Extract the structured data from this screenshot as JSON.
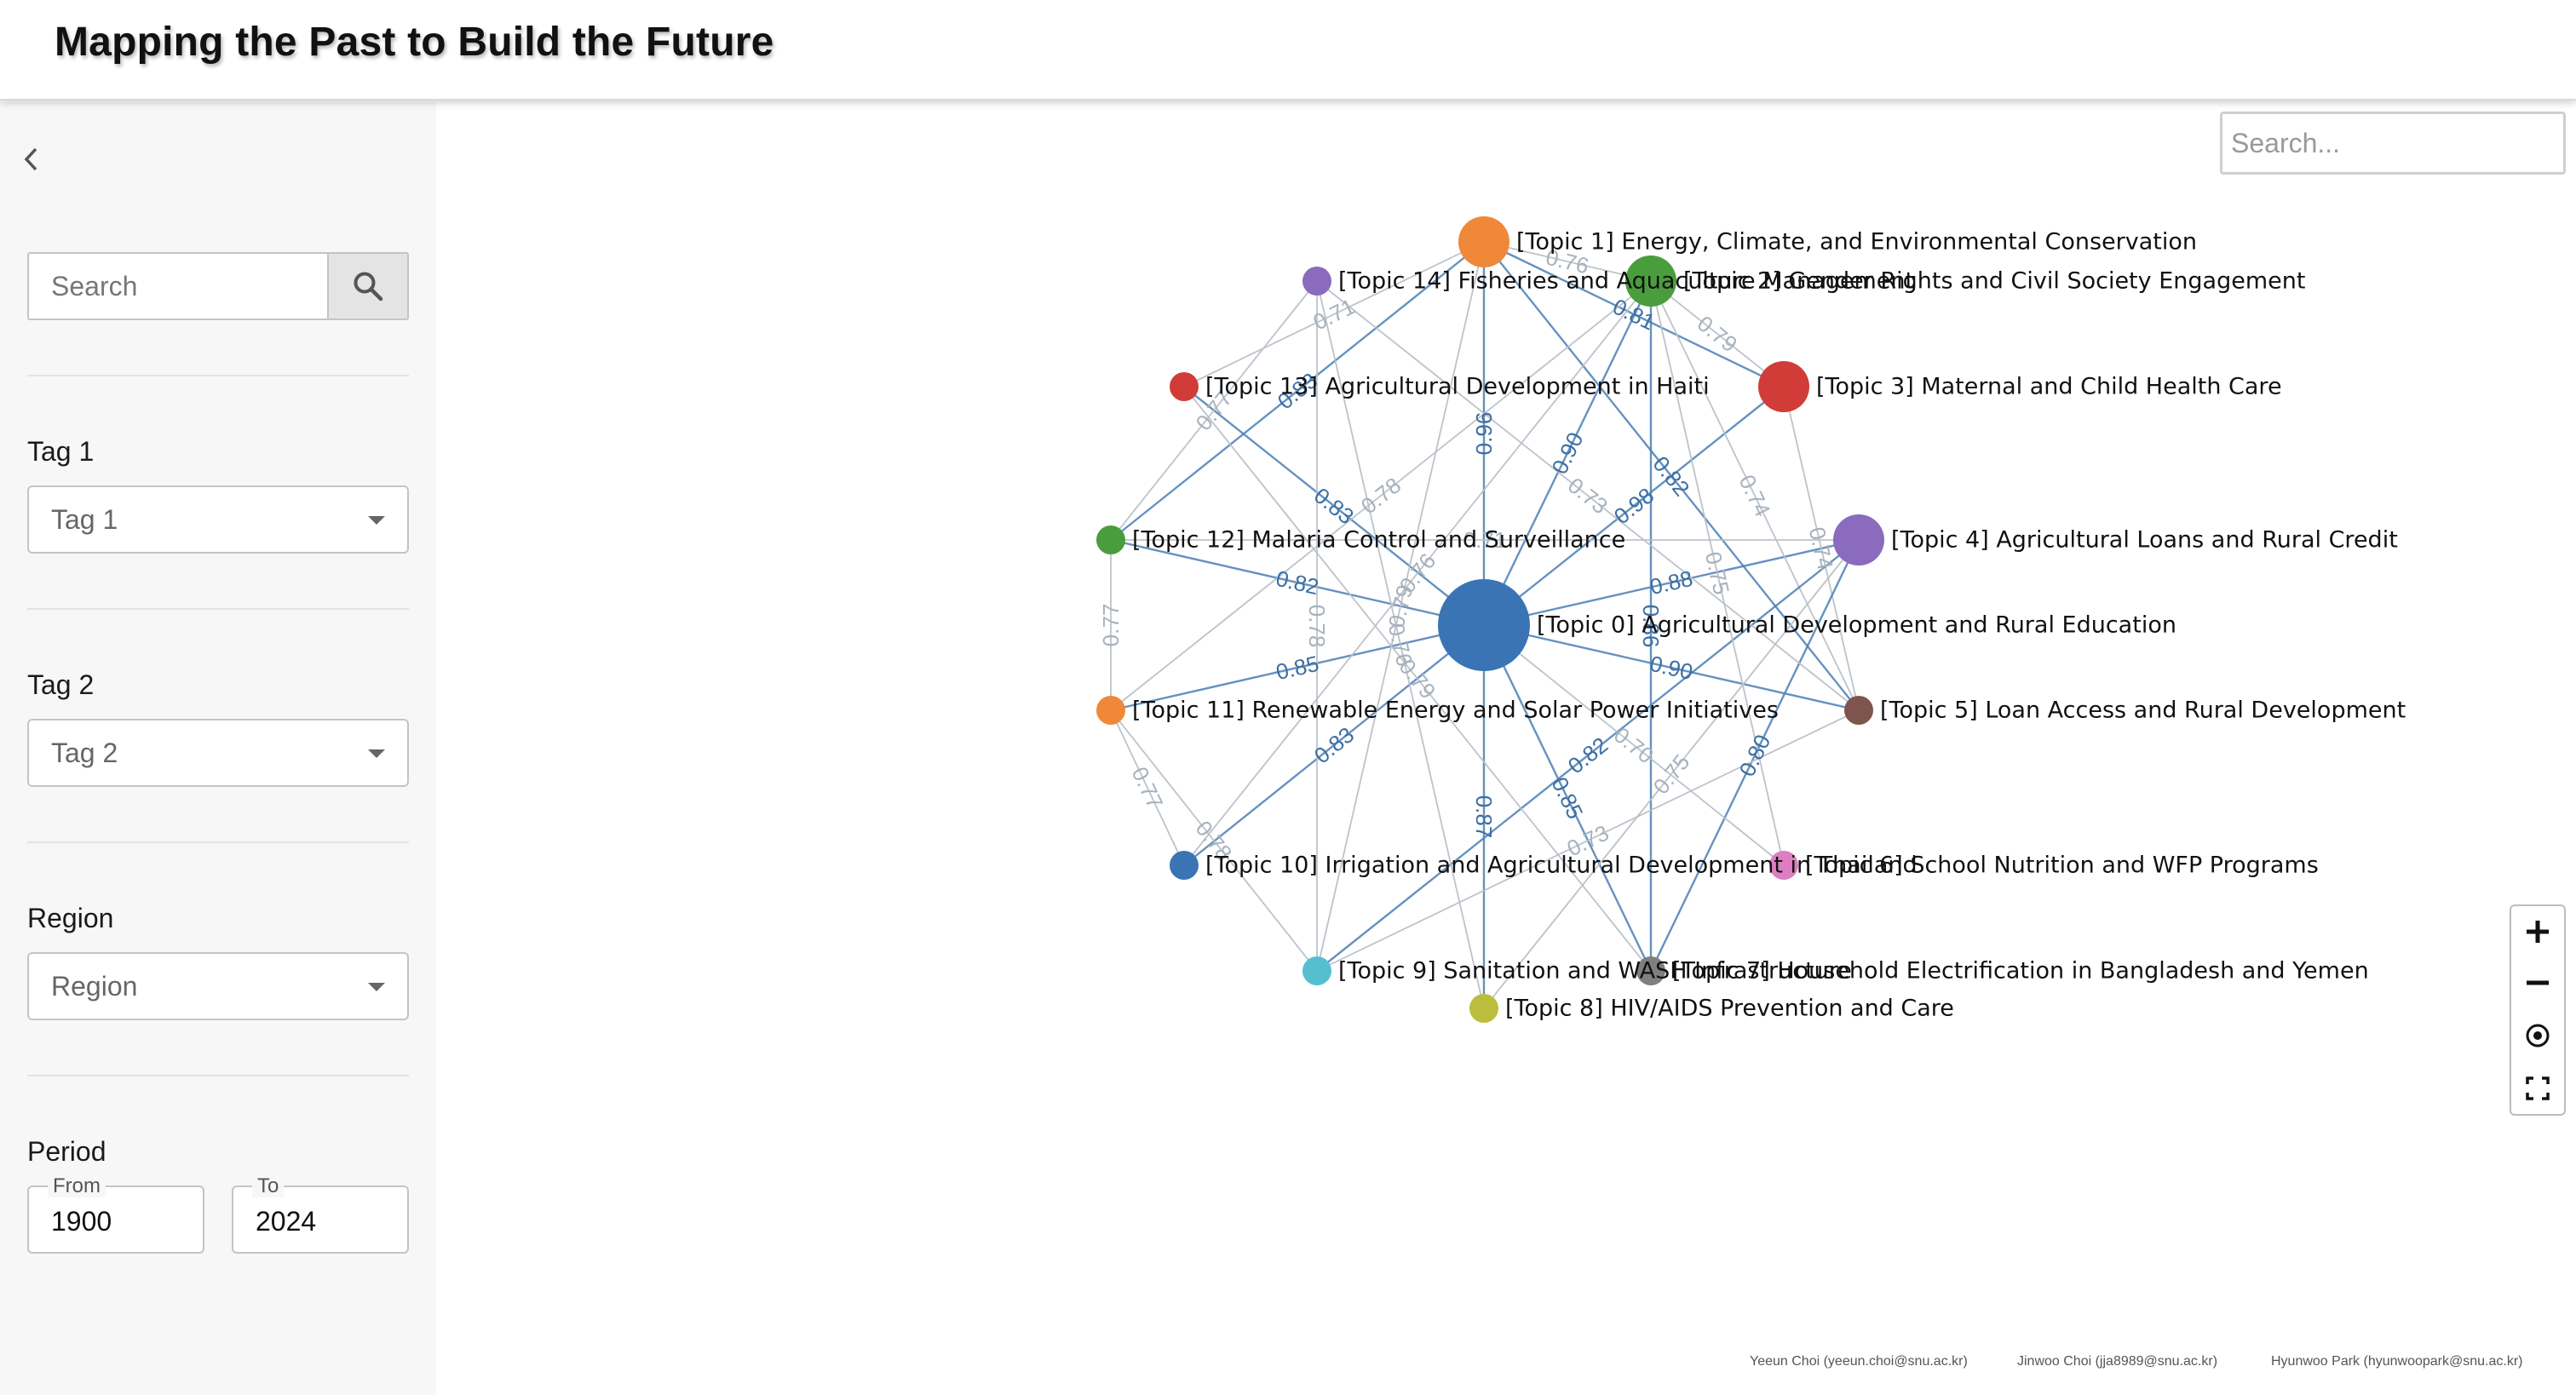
{
  "header": {
    "title": "Mapping the Past to Build the Future"
  },
  "sidebar": {
    "search": {
      "placeholder": "Search"
    },
    "tag1": {
      "label": "Tag 1",
      "value": "Tag 1"
    },
    "tag2": {
      "label": "Tag 2",
      "value": "Tag 2"
    },
    "region": {
      "label": "Region",
      "value": "Region"
    },
    "period": {
      "label": "Period",
      "from_label": "From",
      "from_value": "1900",
      "to_label": "To",
      "to_value": "2024"
    }
  },
  "graph_search": {
    "placeholder": "Search..."
  },
  "icons": {
    "collapse": "chevron-left-icon",
    "search": "search-icon",
    "zoom_in": "plus-icon",
    "zoom_out": "minus-icon",
    "center": "target-icon",
    "fullscreen": "fullscreen-icon"
  },
  "colors": {
    "edge_strong": "#4a7fb5",
    "edge_weak": "#b9c0c8",
    "node_label": "#111111"
  },
  "graph": {
    "nodes": [
      {
        "id": 0,
        "label": "[Topic 0] Agricultural Development and Rural Education",
        "color": "#3a74b4",
        "size": "large"
      },
      {
        "id": 1,
        "label": "[Topic 1] Energy, Climate, and Environmental Conservation",
        "color": "#f0883a",
        "size": "medium"
      },
      {
        "id": 2,
        "label": "[Topic 2] Gender Rights and Civil Society Engagement",
        "color": "#4a9d3d",
        "size": "medium"
      },
      {
        "id": 3,
        "label": "[Topic 3] Maternal and Child Health Care",
        "color": "#d13c38",
        "size": "medium"
      },
      {
        "id": 4,
        "label": "[Topic 4] Agricultural Loans and Rural Credit",
        "color": "#8a6bbd",
        "size": "medium"
      },
      {
        "id": 5,
        "label": "[Topic 5] Loan Access and Rural Development",
        "color": "#7d554d",
        "size": "small"
      },
      {
        "id": 6,
        "label": "[Topic 6] School Nutrition and WFP Programs",
        "color": "#dc7ec1",
        "size": "small"
      },
      {
        "id": 7,
        "label": "[Topic 7] Household Electrification in Bangladesh and Yemen",
        "color": "#7f7f7f",
        "size": "small"
      },
      {
        "id": 8,
        "label": "[Topic 8] HIV/AIDS Prevention and Care",
        "color": "#bcbd3c",
        "size": "small"
      },
      {
        "id": 9,
        "label": "[Topic 9] Sanitation and WASH Infrastructure",
        "color": "#55bfd0",
        "size": "small"
      },
      {
        "id": 10,
        "label": "[Topic 10] Irrigation and Agricultural Development in Thailand",
        "color": "#3a74b4",
        "size": "small"
      },
      {
        "id": 11,
        "label": "[Topic 11] Renewable Energy and Solar Power Initiatives",
        "color": "#f0883a",
        "size": "small"
      },
      {
        "id": 12,
        "label": "[Topic 12] Malaria Control and Surveillance",
        "color": "#4a9d3d",
        "size": "small"
      },
      {
        "id": 13,
        "label": "[Topic 13] Agricultural Development in Haiti",
        "color": "#d13c38",
        "size": "small"
      },
      {
        "id": 14,
        "label": "[Topic 14] Fisheries and Aquaculture Management",
        "color": "#8a6bbd",
        "size": "small"
      }
    ],
    "edges": [
      {
        "source": 0,
        "target": 1,
        "weight": "0.96"
      },
      {
        "source": 0,
        "target": 2,
        "weight": "0.90"
      },
      {
        "source": 0,
        "target": 3,
        "weight": "0.98"
      },
      {
        "source": 0,
        "target": 4,
        "weight": "0.88"
      },
      {
        "source": 0,
        "target": 5,
        "weight": "0.90"
      },
      {
        "source": 0,
        "target": 7,
        "weight": "0.85"
      },
      {
        "source": 0,
        "target": 8,
        "weight": "0.87"
      },
      {
        "source": 0,
        "target": 10,
        "weight": "0.83"
      },
      {
        "source": 0,
        "target": 11,
        "weight": "0.85"
      },
      {
        "source": 0,
        "target": 12,
        "weight": "0.82"
      },
      {
        "source": 0,
        "target": 13,
        "weight": "0.83"
      },
      {
        "source": 1,
        "target": 3,
        "weight": "0.81"
      },
      {
        "source": 1,
        "target": 5,
        "weight": "0.82"
      },
      {
        "source": 1,
        "target": 12,
        "weight": "0.83"
      },
      {
        "source": 2,
        "target": 3,
        "weight": "0.79"
      },
      {
        "source": 2,
        "target": 11,
        "weight": "0.78"
      },
      {
        "source": 2,
        "target": 5,
        "weight": "0.74"
      },
      {
        "source": 2,
        "target": 7,
        "weight": "0.86"
      },
      {
        "source": 3,
        "target": 5,
        "weight": "0.74"
      },
      {
        "source": 4,
        "target": 7,
        "weight": "0.80"
      },
      {
        "source": 4,
        "target": 8,
        "weight": "0.75"
      },
      {
        "source": 4,
        "target": 9,
        "weight": "0.82"
      },
      {
        "source": 5,
        "target": 9,
        "weight": "0.73"
      },
      {
        "source": 6,
        "target": 0,
        "weight": "0.70"
      },
      {
        "source": 11,
        "target": 12,
        "weight": "0.77"
      },
      {
        "source": 11,
        "target": 10,
        "weight": "0.77"
      },
      {
        "source": 9,
        "target": 1,
        "weight": "0.79"
      },
      {
        "source": 8,
        "target": 14,
        "weight": "0.76"
      },
      {
        "source": 14,
        "target": 9,
        "weight": "0.78"
      },
      {
        "source": 13,
        "target": 1,
        "weight": "0.71"
      },
      {
        "source": 10,
        "target": 2,
        "weight": "0.76"
      },
      {
        "source": 12,
        "target": 4,
        "weight": "0.71"
      },
      {
        "source": 1,
        "target": 2,
        "weight": "0.76"
      },
      {
        "source": 14,
        "target": 5,
        "weight": "0.73"
      },
      {
        "source": 13,
        "target": 7,
        "weight": "0.79"
      },
      {
        "source": 9,
        "target": 11,
        "weight": "0.78"
      },
      {
        "source": 6,
        "target": 2,
        "weight": "0.75"
      },
      {
        "source": 12,
        "target": 14,
        "weight": "0.77"
      }
    ]
  },
  "footer": {
    "credits": [
      "Yeeun Choi (yeeun.choi@snu.ac.kr)",
      "Jinwoo Choi (jja8989@snu.ac.kr)",
      "Hyunwoo Park (hyunwoopark@snu.ac.kr)"
    ]
  }
}
